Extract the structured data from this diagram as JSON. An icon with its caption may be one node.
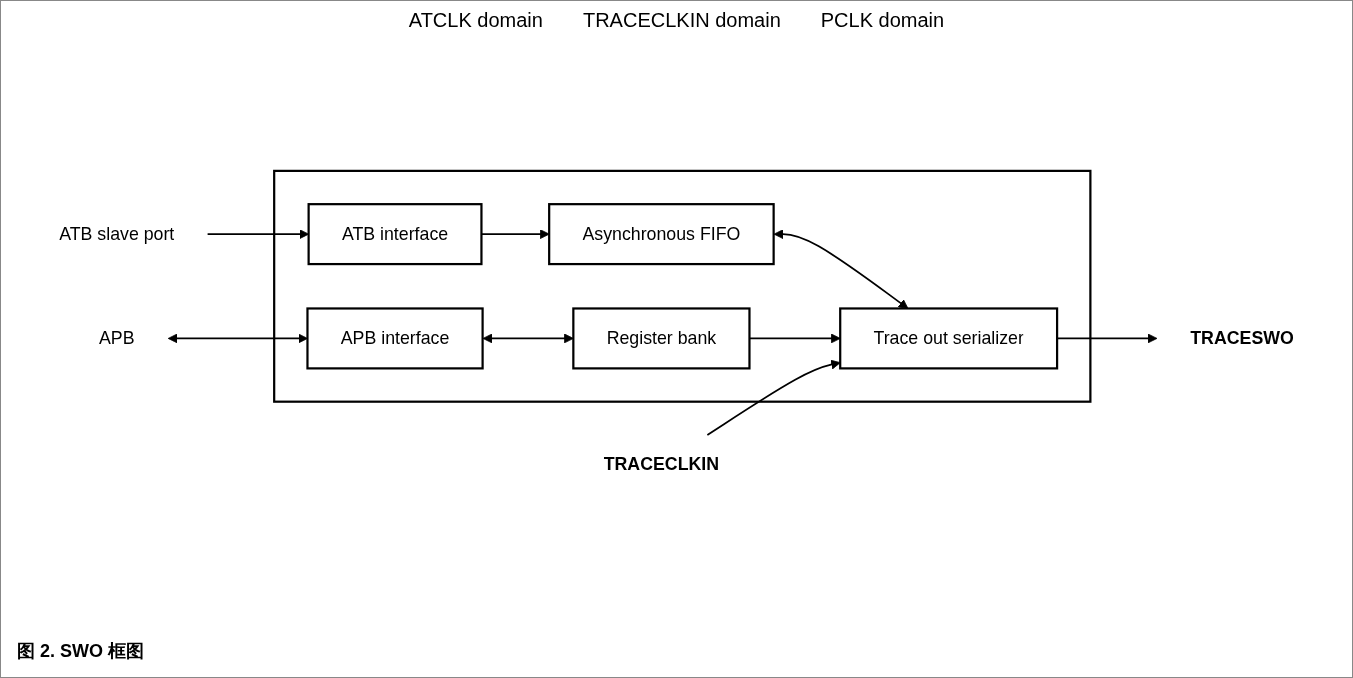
{
  "diagram": {
    "caption": "图 2. SWO 框图",
    "nodes": [
      {
        "text": [],
        "shape": "box"
      },
      {
        "text": [
          "ATB slave port"
        ]
      },
      {
        "text": [
          "ATB interface"
        ],
        "in": 0
      },
      {
        "text": [
          "Asynchronous FIFO"
        ],
        "in": 0
      },
      {
        "text": [
          "Trace out serializer"
        ],
        "in": 0
      },
      {
        "text": [
          "TRACECLKIN"
        ]
      },
      {
        "text": [
          "TRACESWO"
        ]
      },
      {
        "text": [
          "APB"
        ]
      },
      {
        "text": [
          "APB interface"
        ],
        "in": 0
      },
      {
        "text": [
          "Register bank"
        ],
        "in": 0
      }
    ],
    "edges": [
      {
        "from": 1,
        "to": 2,
        "arrow": "to"
      },
      {
        "from": 2,
        "to": 3,
        "arrow": "to"
      },
      {
        "from": 3,
        "to": 4,
        "arrow": "both"
      },
      {
        "from": 5,
        "to": 4,
        "arrow": "to"
      },
      {
        "from": 4,
        "to": 6,
        "arrow": "to"
      },
      {
        "from": 7,
        "to": 8,
        "arrow": "both"
      },
      {
        "from": 8,
        "to": 9,
        "arrow": "both"
      },
      {
        "from": 9,
        "to": 4,
        "arrow": "to"
      }
    ],
    "labels": [
      "ATCLK domain",
      "TRACECLKIN domain",
      "PCLK domain"
    ]
  }
}
